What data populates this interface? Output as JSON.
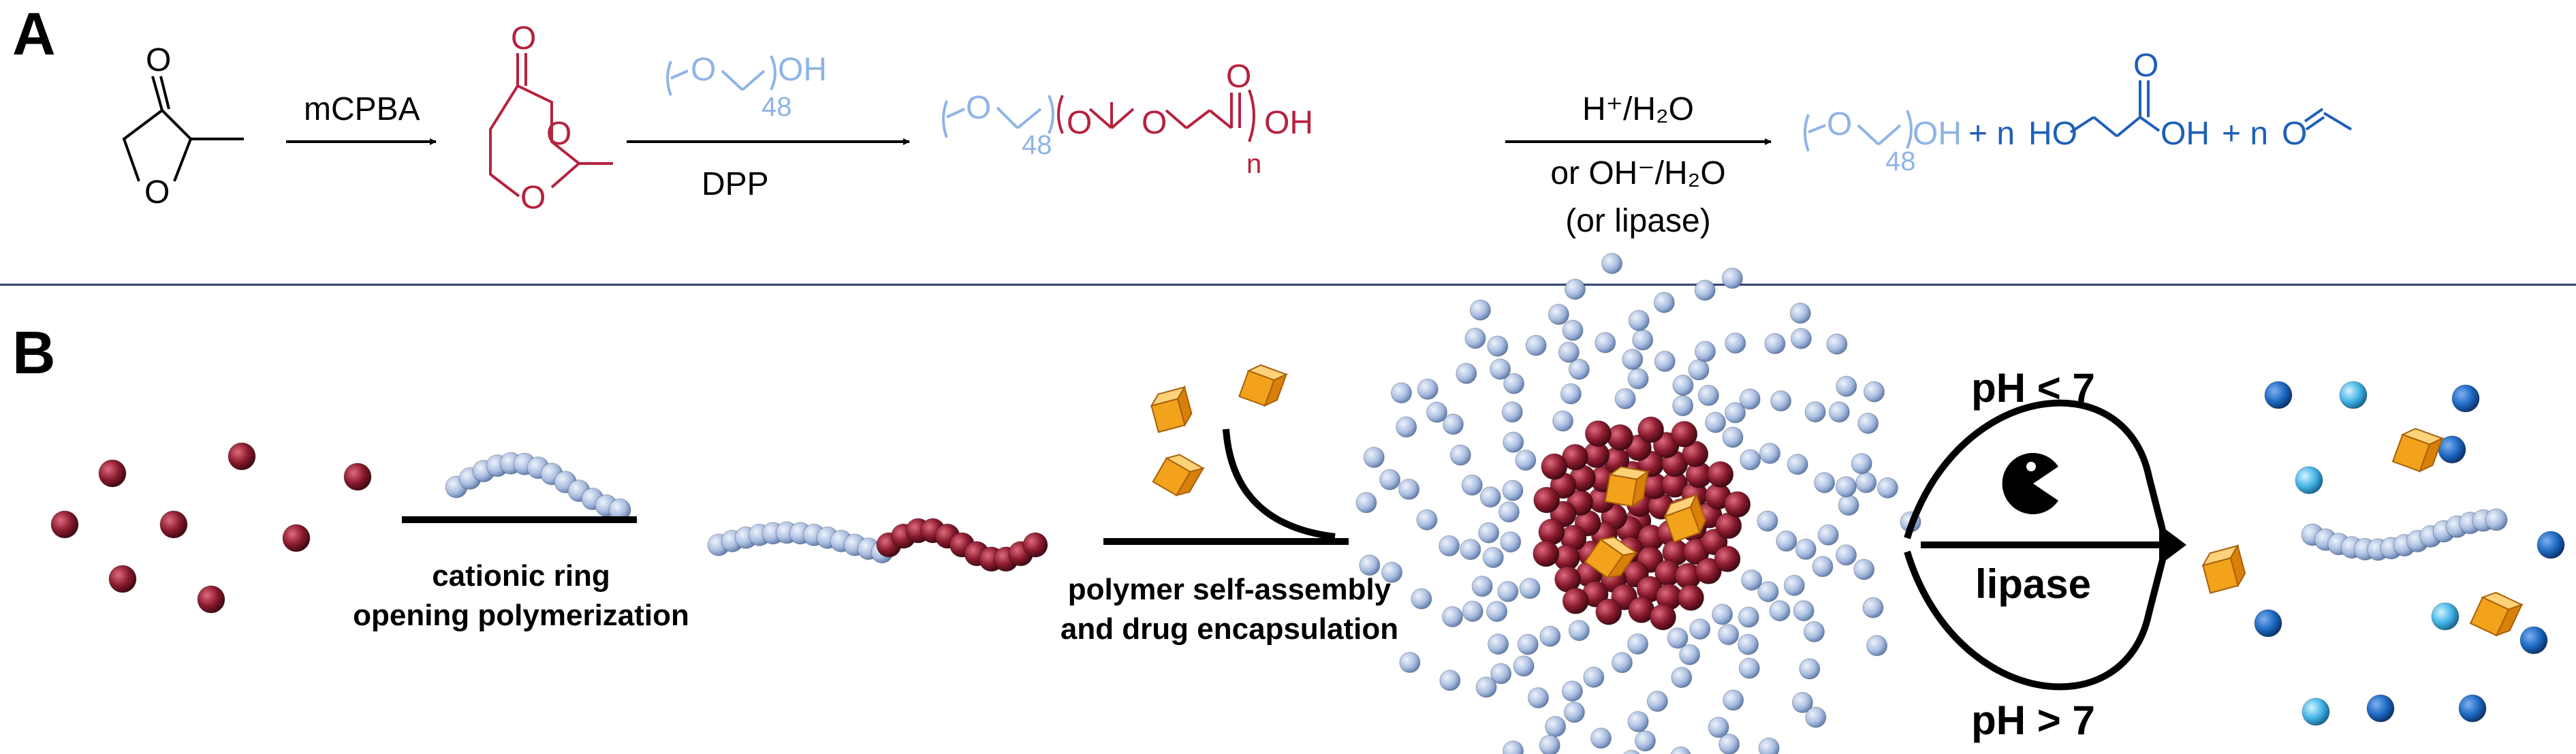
{
  "panel_a": {
    "letter": "A",
    "colors": {
      "peg": "#8fb4e6",
      "polymer": "#b5223f",
      "product": "#1f5fb8",
      "black": "#000000"
    },
    "step1": {
      "reagent": "mCPBA"
    },
    "ketone": {
      "atom_o_top": "O",
      "atom_o_ring": "O"
    },
    "lactone": {
      "atom_o_carbonyl": "O",
      "atom_o1": "O",
      "atom_o2": "O"
    },
    "step2": {
      "reagent_below": "DPP",
      "initiator": {
        "atom_o": "O",
        "subscript": "48",
        "end_group": "OH"
      }
    },
    "copolymer": {
      "peg_o": "O",
      "peg_subscript": "48",
      "o1": "O",
      "o2": "O",
      "carbonyl_o": "O",
      "repeat": "n",
      "end_group": "OH"
    },
    "step3": {
      "cond1": "H⁺/H₂O",
      "cond2": "or OH⁻/H₂O",
      "cond3": "(or lipase)"
    },
    "products": {
      "peg": {
        "atom_o": "O",
        "subscript": "48",
        "end_group": "OH"
      },
      "plus1": "+ n",
      "acid": {
        "ho": "HO",
        "carbonyl_o": "O",
        "oh": "OH"
      },
      "plus2": "+ n",
      "aldehyde": {
        "atom_o": "O"
      }
    }
  },
  "panel_b": {
    "letter": "B",
    "colors": {
      "monomer": "#8a1b2e",
      "peg_bead": "#a9bde0",
      "drug": "#f2a21b",
      "product_bead": "#1e6bc4",
      "product_bead_light": "#46b6e8"
    },
    "step1": {
      "line1": "cationic ring",
      "line2": "opening polymerization"
    },
    "step2": {
      "line1": "polymer self-assembly",
      "line2": "and drug encapsulation"
    },
    "step3": {
      "top": "pH < 7",
      "middle": "lipase",
      "bottom": "pH > 7"
    },
    "icons": [
      "monomer-bead",
      "peg-chain",
      "block-copolymer-chain",
      "drug-cube",
      "micelle",
      "pacman-enzyme-icon"
    ]
  }
}
